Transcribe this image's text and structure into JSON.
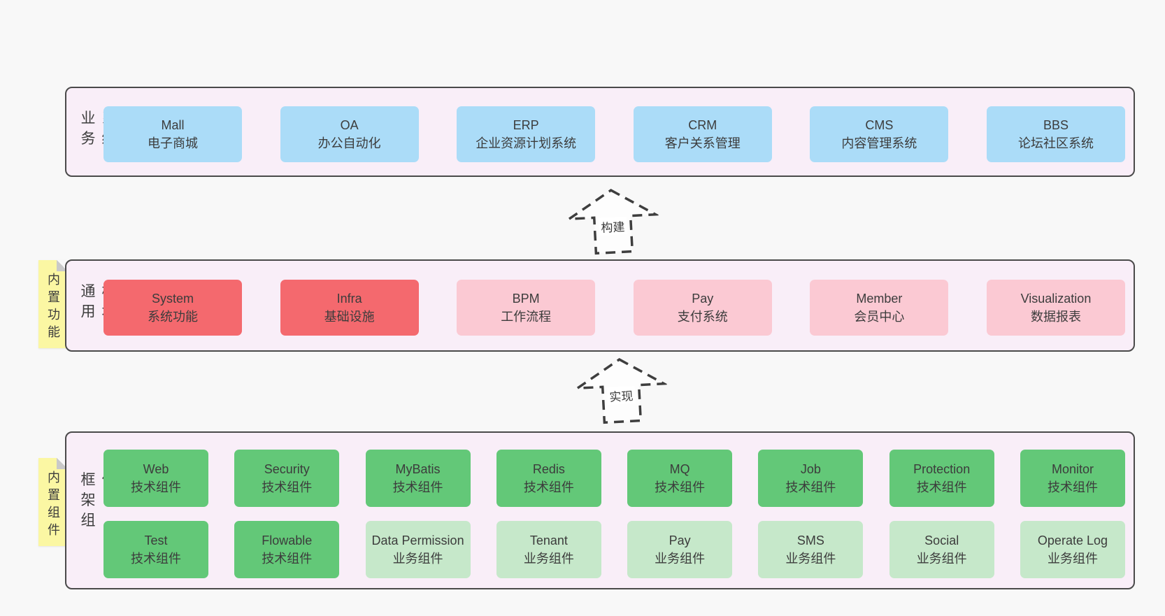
{
  "colors": {
    "page-bg": "#f8f8f8",
    "panel-bg": "#f9eef8",
    "panel-border": "#4a4a4a",
    "blue": "#abdcf8",
    "red": "#f4696e",
    "pink": "#fbc9d3",
    "green": "#63c878",
    "lightgreen": "#c6e8ca",
    "yellow": "#fbf7a3",
    "fold": "#c9c9c9",
    "text": "#3c3c3c",
    "arrow": "#3e3e3e"
  },
  "sections": {
    "business": {
      "label": "业务系统",
      "boxes": [
        {
          "en": "Mall",
          "zh": "电子商城",
          "variant": "blue"
        },
        {
          "en": "OA",
          "zh": "办公自动化",
          "variant": "blue"
        },
        {
          "en": "ERP",
          "zh": "企业资源计划系统",
          "variant": "blue"
        },
        {
          "en": "CRM",
          "zh": "客户关系管理",
          "variant": "blue"
        },
        {
          "en": "CMS",
          "zh": "内容管理系统",
          "variant": "blue"
        },
        {
          "en": "BBS",
          "zh": "论坛社区系统",
          "variant": "blue"
        }
      ]
    },
    "modules": {
      "label": "通用模块",
      "note": "内置功能",
      "boxes": [
        {
          "en": "System",
          "zh": "系统功能",
          "variant": "red"
        },
        {
          "en": "Infra",
          "zh": "基础设施",
          "variant": "red"
        },
        {
          "en": "BPM",
          "zh": "工作流程",
          "variant": "pink"
        },
        {
          "en": "Pay",
          "zh": "支付系统",
          "variant": "pink"
        },
        {
          "en": "Member",
          "zh": "会员中心",
          "variant": "pink"
        },
        {
          "en": "Visualization",
          "zh": "数据报表",
          "variant": "pink"
        }
      ]
    },
    "framework": {
      "label": "框架组件",
      "note": "内置组件",
      "rows": {
        "r1": [
          {
            "en": "Web",
            "zh": "技术组件",
            "variant": "green"
          },
          {
            "en": "Security",
            "zh": "技术组件",
            "variant": "green"
          },
          {
            "en": "MyBatis",
            "zh": "技术组件",
            "variant": "green"
          },
          {
            "en": "Redis",
            "zh": "技术组件",
            "variant": "green"
          },
          {
            "en": "MQ",
            "zh": "技术组件",
            "variant": "green"
          },
          {
            "en": "Job",
            "zh": "技术组件",
            "variant": "green"
          },
          {
            "en": "Protection",
            "zh": "技术组件",
            "variant": "green"
          },
          {
            "en": "Monitor",
            "zh": "技术组件",
            "variant": "green"
          }
        ],
        "r2": [
          {
            "en": "Test",
            "zh": "技术组件",
            "variant": "green"
          },
          {
            "en": "Flowable",
            "zh": "技术组件",
            "variant": "green"
          },
          {
            "en": "Data Permission",
            "zh": "业务组件",
            "variant": "lightgreen"
          },
          {
            "en": "Tenant",
            "zh": "业务组件",
            "variant": "lightgreen"
          },
          {
            "en": "Pay",
            "zh": "业务组件",
            "variant": "lightgreen"
          },
          {
            "en": "SMS",
            "zh": "业务组件",
            "variant": "lightgreen"
          },
          {
            "en": "Social",
            "zh": "业务组件",
            "variant": "lightgreen"
          },
          {
            "en": "Operate Log",
            "zh": "业务组件",
            "variant": "lightgreen"
          }
        ]
      }
    }
  },
  "arrows": {
    "build": "构建",
    "implement": "实现"
  }
}
